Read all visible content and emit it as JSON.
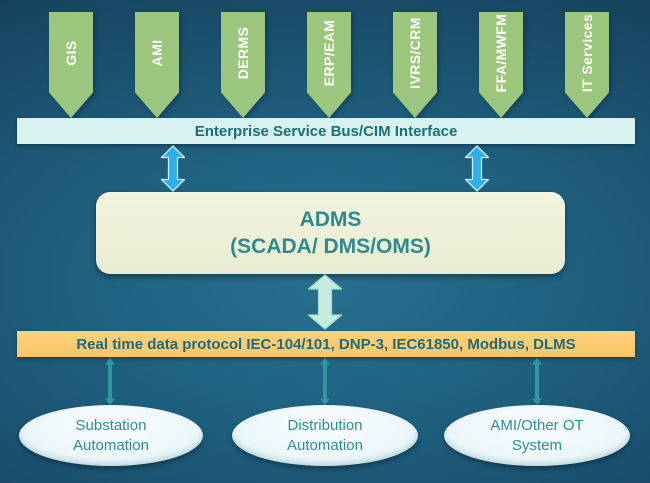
{
  "diagram": {
    "source_systems": [
      {
        "label": "GIS"
      },
      {
        "label": "AMI"
      },
      {
        "label": "DERMS"
      },
      {
        "label": "ERP/EAM"
      },
      {
        "label": "IVRS/CRM"
      },
      {
        "label": "FFA/MWFM"
      },
      {
        "label": "IT Services"
      }
    ],
    "esb_bar": {
      "label": "Enterprise Service Bus/CIM Interface"
    },
    "adms_box": {
      "line1": "ADMS",
      "line2": "(SCADA/ DMS/OMS)"
    },
    "protocol_bar": {
      "label": "Real time data protocol IEC-104/101, DNP-3, IEC61850, Modbus, DLMS"
    },
    "ot_systems": [
      {
        "line1": "Substation",
        "line2": "Automation"
      },
      {
        "line1": "Distribution",
        "line2": "Automation"
      },
      {
        "line1": "AMI/Other OT",
        "line2": "System"
      }
    ],
    "colors": {
      "background_center": "#27708f",
      "background_edge": "#112f45",
      "source_arrow": "#9cc57e",
      "source_arrow_text": "#ffffff",
      "esb_bar_bg": "#d9f2ee",
      "esb_bar_text": "#17707c",
      "blue_double_arrow": "#2cb1e8",
      "adms_bg": "#eef0d8",
      "adms_text": "#2e8a8e",
      "teal_double_arrow": "#c6ecdf",
      "protocol_bar_bg": "#fcc96d",
      "protocol_bar_text": "#1a6b7e",
      "connector": "#2e97a4",
      "ellipse_bg": "#eaf6f8",
      "ellipse_text": "#2f8d9a"
    }
  }
}
